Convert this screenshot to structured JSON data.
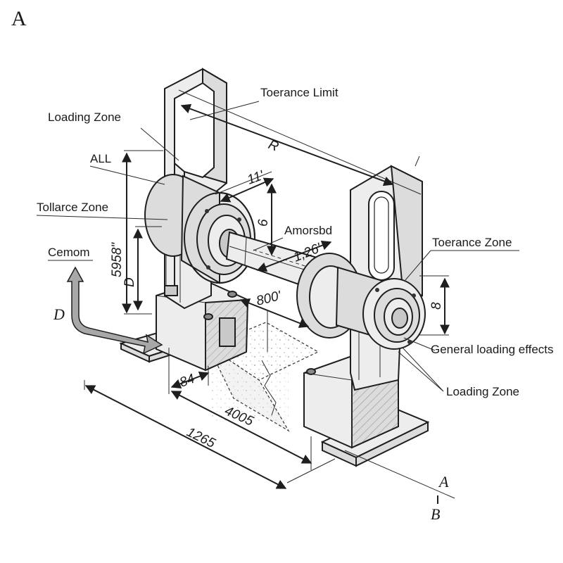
{
  "corner_label": "A",
  "labels": {
    "toerance_limit": "Toerance Limit",
    "loading_zone_top": "Loading Zone",
    "all": "ALL",
    "tollarce_zone": "Tollarce Zone",
    "cemom": "Cemom",
    "amorsbd": "Amorsbd",
    "toerance_zone_right": "Toerance Zone",
    "general_loading": "General loading effects",
    "loading_zone_bottom": "Loading Zone"
  },
  "dimensions": {
    "r": "R",
    "d11": "11'",
    "d6": "6",
    "d5958": "5958\"",
    "dD": "D",
    "d126": "1,26'",
    "d800": "800'",
    "d8": "8",
    "d84": "84",
    "d4005": "4005",
    "d1265": "1265"
  },
  "section_letters": {
    "d_left": "D",
    "a": "A",
    "b": "B"
  },
  "colors": {
    "line": "#1e1e1e",
    "part_fill": "#ededed",
    "shade": "#c9c9c9",
    "background": "#ffffff"
  }
}
